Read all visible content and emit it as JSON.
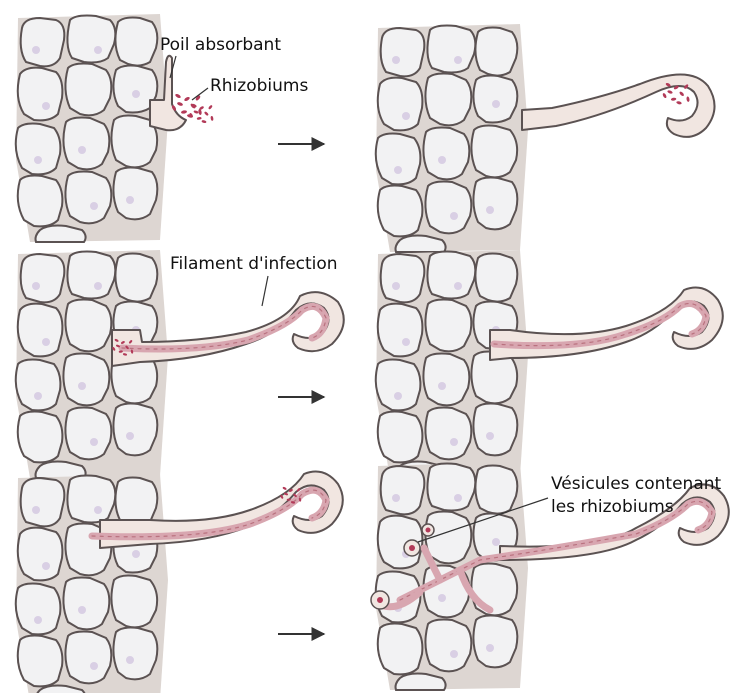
{
  "labels": {
    "root_hair": "Poil absorbant",
    "rhizobia": "Rhizobiums",
    "infection_thread": "Filament d'infection",
    "vesicles_line1": "Vésicules contenant",
    "vesicles_line2": "les rhizobiums"
  },
  "colors": {
    "cell_outline": "#5b5252",
    "cell_fill": "#f2f2f3",
    "intercellular": "#ddd6d2",
    "root_hair_fill": "#f1e6e1",
    "infection_thread": "#d8a6b0",
    "rhizobium": "#b23a58",
    "nucleus": "#d9cfe4"
  },
  "icons": {
    "step_arrow": "right-arrow-icon"
  }
}
